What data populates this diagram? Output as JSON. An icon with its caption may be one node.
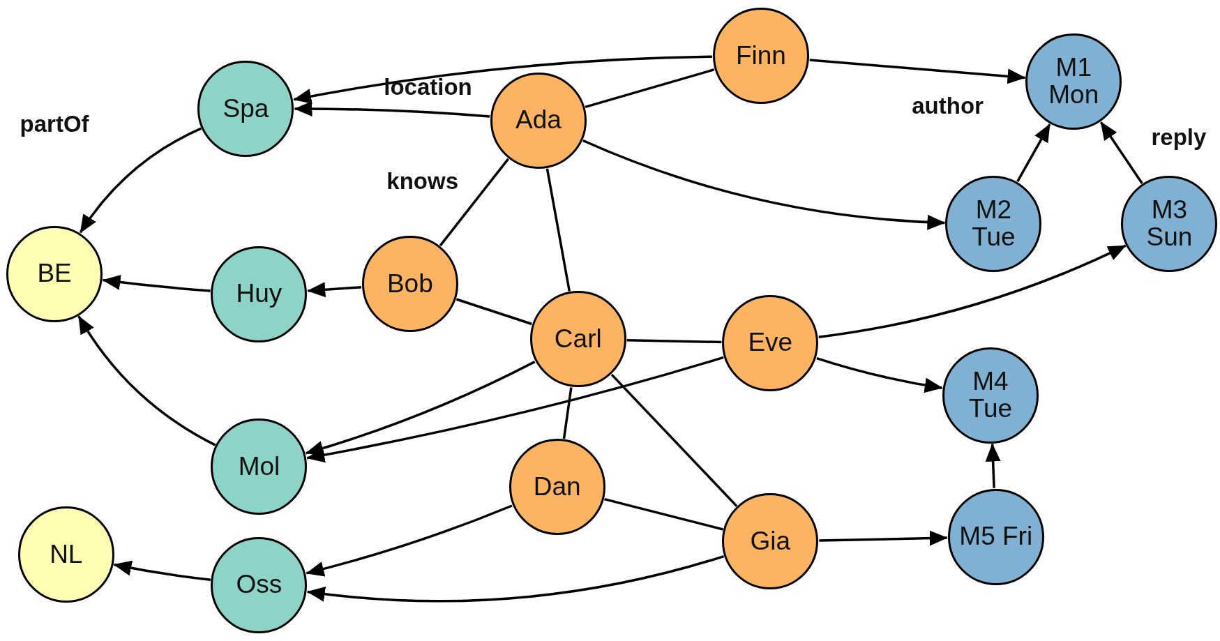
{
  "diagram": {
    "nodes": [
      {
        "text": [
          "Finn"
        ]
      },
      {
        "text": [
          "Spa"
        ]
      },
      {
        "text": [
          "Ada"
        ]
      },
      {
        "text": [
          "M1 Mon"
        ]
      },
      {
        "text": [
          "BE"
        ]
      },
      {
        "text": [
          "Huy"
        ]
      },
      {
        "text": [
          "Bob"
        ]
      },
      {
        "text": [
          "M2 Tue"
        ]
      },
      {
        "text": [
          "M3 Sun"
        ]
      },
      {
        "text": [
          "Carl"
        ]
      },
      {
        "text": [
          "Eve"
        ]
      },
      {
        "text": [
          "M4 Tue"
        ]
      },
      {
        "text": [
          "Mol"
        ]
      },
      {
        "text": [
          "Dan"
        ]
      },
      {
        "text": [
          "Gia"
        ]
      },
      {
        "text": [
          "M5 Fri"
        ]
      },
      {
        "text": [
          "NL"
        ]
      },
      {
        "text": [
          "Oss"
        ]
      }
    ],
    "edges": [
      {
        "from": 0,
        "to": 1,
        "arrow": "to"
      },
      {
        "from": 0,
        "to": 2,
        "arrow": "none"
      },
      {
        "from": 0,
        "to": 3,
        "arrow": "to"
      },
      {
        "from": 2,
        "to": 1,
        "arrow": "to"
      },
      {
        "from": 2,
        "to": 6,
        "arrow": "none"
      },
      {
        "from": 2,
        "to": 9,
        "arrow": "none"
      },
      {
        "from": 2,
        "to": 7,
        "arrow": "to"
      },
      {
        "from": 7,
        "to": 3,
        "arrow": "to"
      },
      {
        "from": 8,
        "to": 3,
        "arrow": "to"
      },
      {
        "from": 1,
        "to": 4,
        "arrow": "to"
      },
      {
        "from": 5,
        "to": 4,
        "arrow": "to"
      },
      {
        "from": 6,
        "to": 5,
        "arrow": "to"
      },
      {
        "from": 6,
        "to": 9,
        "arrow": "none"
      },
      {
        "from": 9,
        "to": 10,
        "arrow": "none"
      },
      {
        "from": 9,
        "to": 12,
        "arrow": "to"
      },
      {
        "from": 9,
        "to": 13,
        "arrow": "none"
      },
      {
        "from": 9,
        "to": 14,
        "arrow": "none"
      },
      {
        "from": 10,
        "to": 12,
        "arrow": "to"
      },
      {
        "from": 10,
        "to": 8,
        "arrow": "to"
      },
      {
        "from": 10,
        "to": 11,
        "arrow": "to"
      },
      {
        "from": 15,
        "to": 11,
        "arrow": "to"
      },
      {
        "from": 12,
        "to": 4,
        "arrow": "to"
      },
      {
        "from": 13,
        "to": 14,
        "arrow": "none"
      },
      {
        "from": 13,
        "to": 17,
        "arrow": "to"
      },
      {
        "from": 14,
        "to": 15,
        "arrow": "to"
      },
      {
        "from": 14,
        "to": 17,
        "arrow": "to"
      },
      {
        "from": 17,
        "to": 16,
        "arrow": "to"
      }
    ],
    "labels": [
      "location",
      "partOf",
      "knows",
      "author",
      "reply"
    ]
  }
}
